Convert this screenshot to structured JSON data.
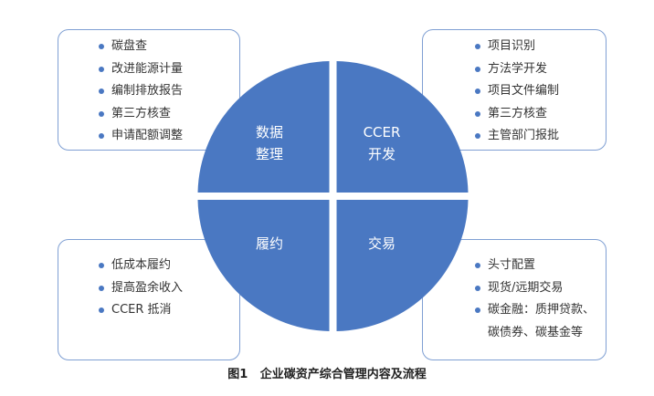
{
  "quadrants": {
    "top_left": {
      "title_line1": "数据",
      "title_line2": "整理"
    },
    "top_right": {
      "title_line1": "CCER",
      "title_line2": "开发"
    },
    "bottom_left": {
      "title": "履约"
    },
    "bottom_right": {
      "title": "交易"
    }
  },
  "boxes": {
    "top_left": {
      "items": [
        "碳盘查",
        "改进能源计量",
        "编制排放报告",
        "第三方核查",
        "申请配额调整"
      ]
    },
    "top_right": {
      "items": [
        "项目识别",
        "方法学开发",
        "项目文件编制",
        "第三方核查",
        "主管部门报批"
      ]
    },
    "bottom_left": {
      "items": [
        "低成本履约",
        "提高盈余收入",
        "CCER 抵消"
      ]
    },
    "bottom_right": {
      "items": [
        "头寸配置",
        "现货/远期交易",
        "碳金融：质押贷款、"
      ],
      "continuation": "碳债券、碳基金等"
    }
  },
  "caption": "图1   企业碳资产综合管理内容及流程",
  "colors": {
    "wheel": "#4a78c2",
    "box_border": "#7f9fd3",
    "bullet": "#4a78c2"
  }
}
